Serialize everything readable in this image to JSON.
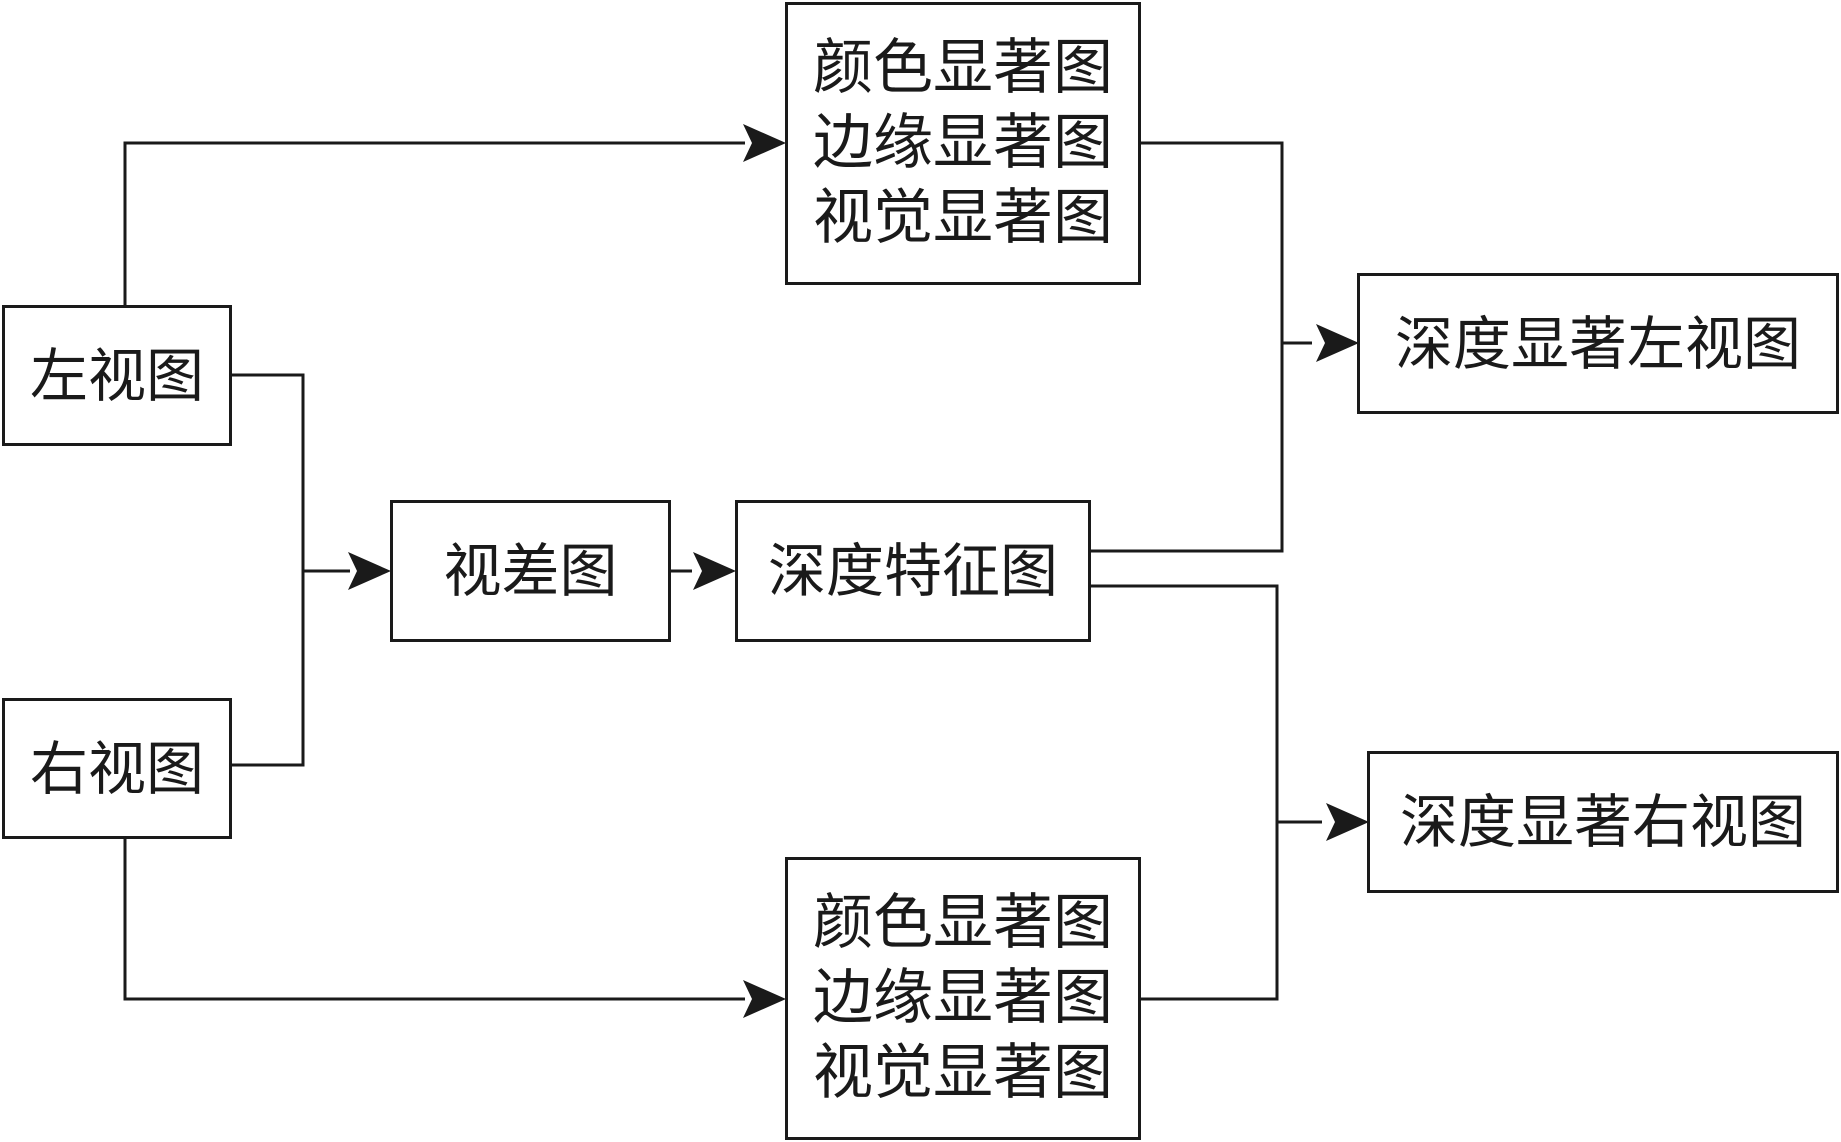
{
  "nodes": {
    "left_view": "左视图",
    "right_view": "右视图",
    "disparity": "视差图",
    "depth_feature": "深度特征图",
    "left_saliency_set": [
      "颜色显著图",
      "边缘显著图",
      "视觉显著图"
    ],
    "right_saliency_set": [
      "颜色显著图",
      "边缘显著图",
      "视觉显著图"
    ],
    "depth_saliency_left": "深度显著左视图",
    "depth_saliency_right": "深度显著右视图"
  },
  "colors": {
    "stroke": "#1a1a1a",
    "background": "#ffffff"
  }
}
